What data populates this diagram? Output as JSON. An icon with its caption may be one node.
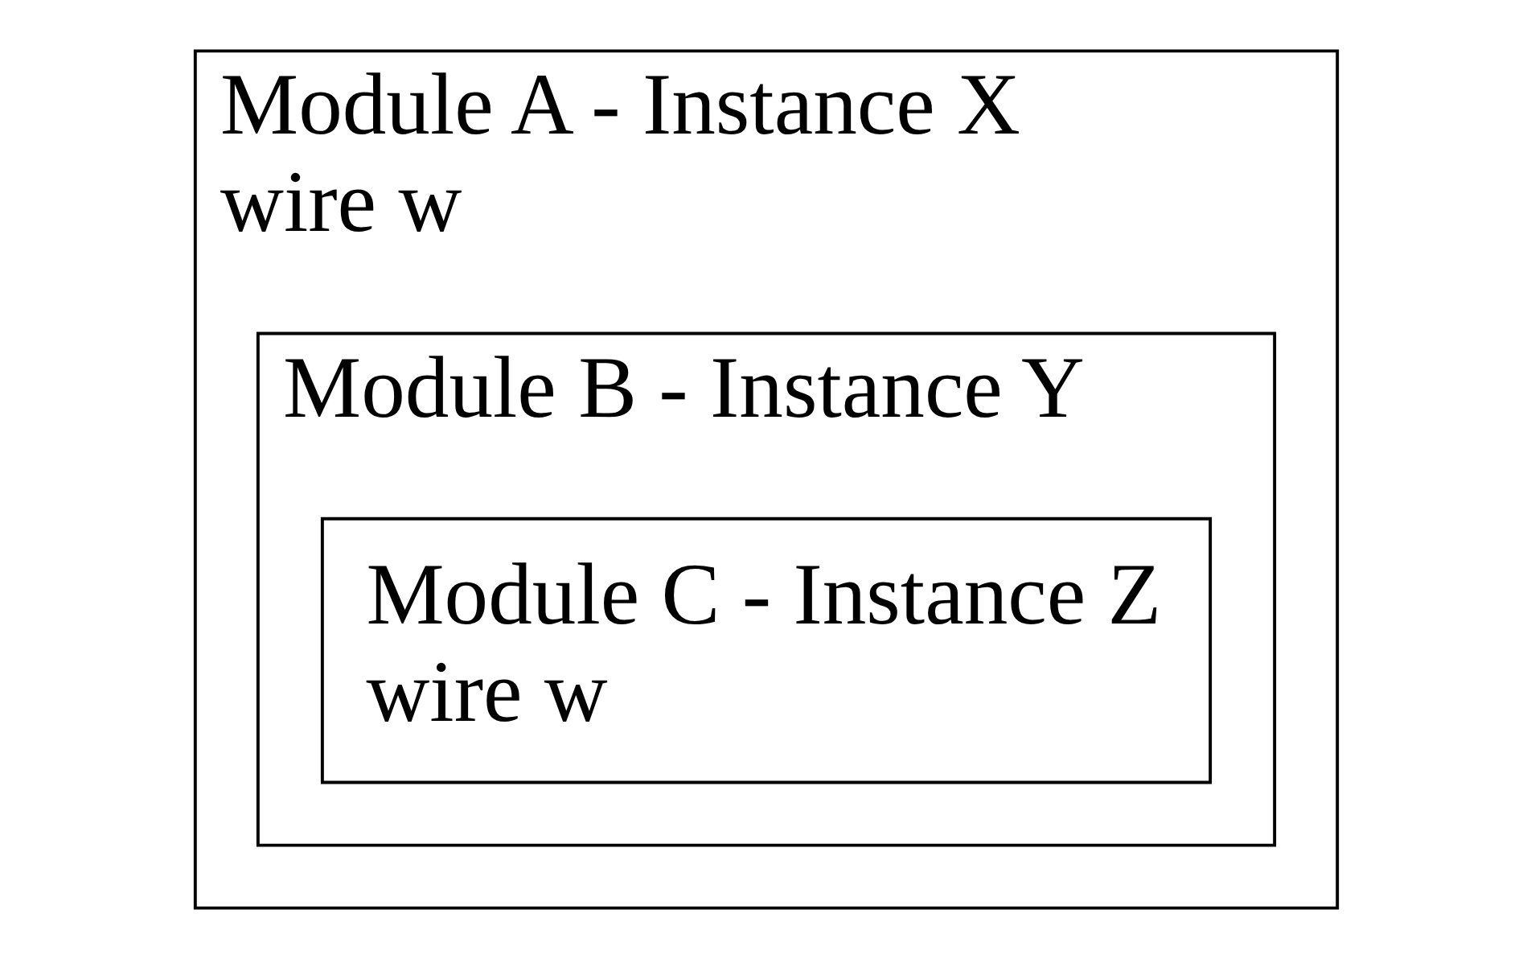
{
  "diagram": {
    "nodes": [
      {
        "text": [
          "Module A - Instance X",
          "wire w"
        ]
      },
      {
        "text": [
          "Module B - Instance Y"
        ],
        "in": 0
      },
      {
        "text": [
          "Module C - Instance Z",
          "wire w"
        ],
        "in": 1
      }
    ]
  }
}
